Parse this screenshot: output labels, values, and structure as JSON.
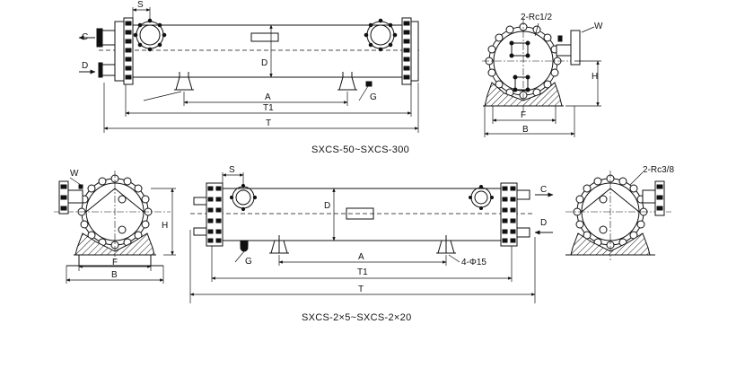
{
  "top": {
    "caption": "SXCS-50~SXCS-300",
    "side": {
      "c": "C",
      "d": "D",
      "s": "S",
      "dim_d": "D",
      "dim_a": "A",
      "dim_t1": "T1",
      "dim_t": "T",
      "g": "G"
    },
    "end": {
      "note": "2-Rc1/2",
      "w": "W",
      "h": "H",
      "f": "F",
      "b": "B"
    }
  },
  "bottom": {
    "caption": "SXCS-2×5~SXCS-2×20",
    "side": {
      "s": "S",
      "dim_d": "D",
      "c": "C",
      "d": "D",
      "g": "G",
      "dim_a": "A",
      "holes": "4-Φ15",
      "dim_t1": "T1",
      "dim_t": "T"
    },
    "left_end": {
      "w": "W",
      "h": "H",
      "f": "F",
      "b": "B"
    },
    "right_end": {
      "note": "2-Rc3/8"
    }
  }
}
